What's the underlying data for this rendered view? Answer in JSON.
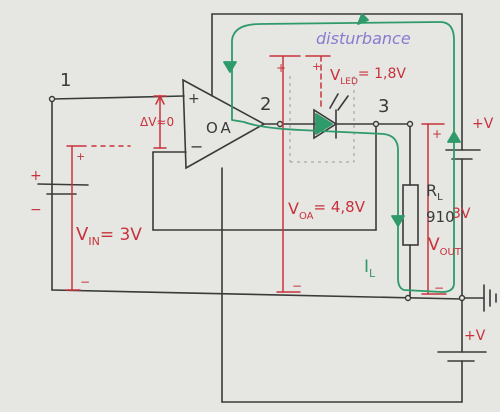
{
  "colors": {
    "board": "#e6e6e2",
    "black": "#3a3a3a",
    "red": "#c8323c",
    "green": "#2f9a6a",
    "purple": "#8a7ad0"
  },
  "labels": {
    "node1": "1",
    "node2": "2",
    "node3": "3",
    "opamp_plus": "+",
    "opamp_minus": "−",
    "opamp_name": "OA",
    "delta_v": "ΔV≈0",
    "disturbance": "disturbance",
    "v_led": "V",
    "v_led_sub": "LED",
    "v_led_value": "= 1,8V",
    "vin": "V",
    "vin_sub": "IN",
    "vin_value": "= 3V",
    "voa": "V",
    "voa_sub": "OA",
    "voa_value": "= 4,8V",
    "rl": "R",
    "rl_sub": "L",
    "rl_value": "910",
    "vout": "V",
    "vout_sub": "OUT",
    "vout_value": "3V",
    "il": "I",
    "il_sub": "L",
    "supply_top": "+V",
    "supply_bottom": "+V",
    "plus": "+",
    "minus": "−"
  }
}
